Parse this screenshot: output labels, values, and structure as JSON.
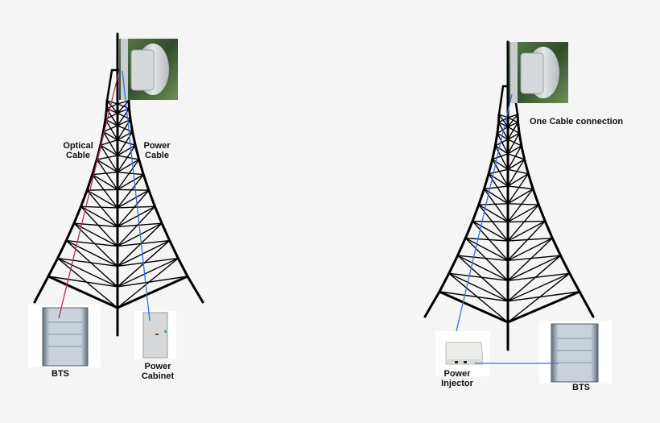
{
  "left_diagram": {
    "labels": {
      "optical_line1": "Optical",
      "optical_line2": "Cable",
      "power_line1": "Power",
      "power_line2": "Cable",
      "bts": "BTS",
      "cabinet_line1": "Power",
      "cabinet_line2": "Cabinet"
    },
    "cable_colors": {
      "optical": "#b03060",
      "power": "#3a6fe0"
    }
  },
  "right_diagram": {
    "labels": {
      "one_cable": "One Cable connection",
      "injector_line1": "Power",
      "injector_line2": "Injector",
      "bts": "BTS"
    },
    "cable_colors": {
      "combined": "#3a6fe0"
    }
  }
}
